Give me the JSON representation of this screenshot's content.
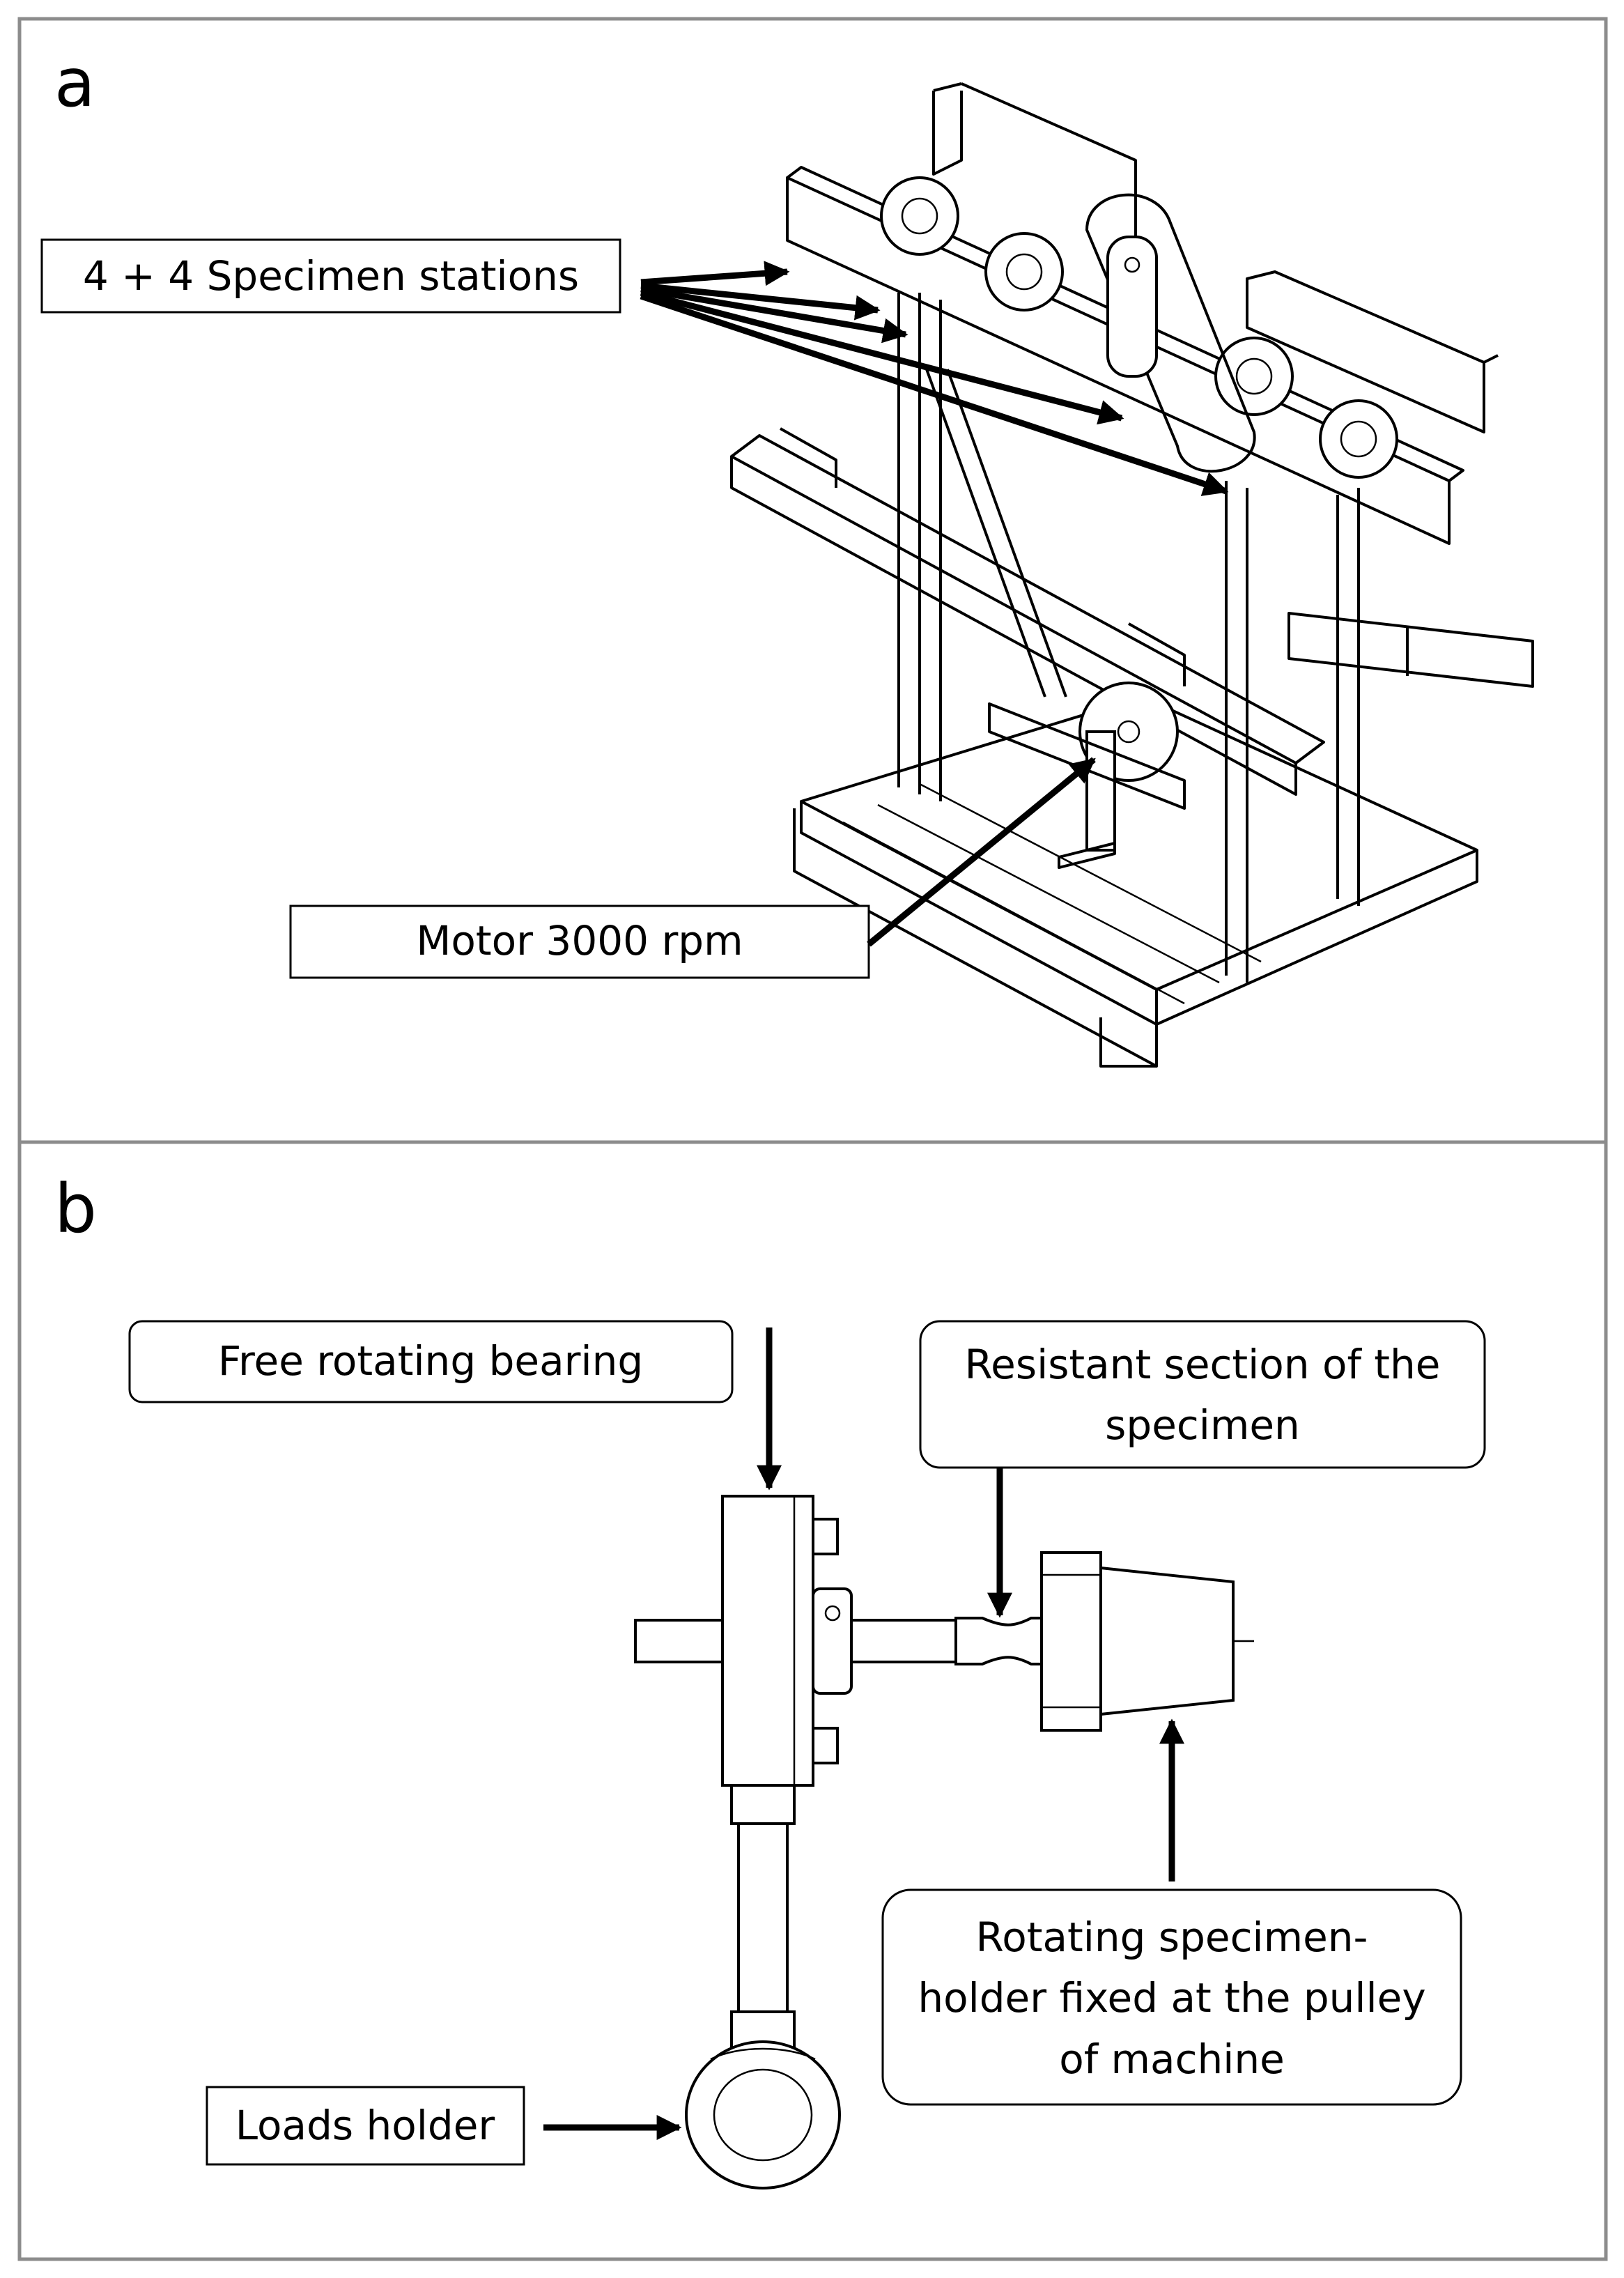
{
  "panels": {
    "a": {
      "letter": "a",
      "labels": {
        "specimen_stations": "4 + 4 Specimen stations",
        "motor": "Motor 3000 rpm"
      }
    },
    "b": {
      "letter": "b",
      "labels": {
        "bearing": "Free rotating bearing",
        "resistant_line1": "Resistant section of the",
        "resistant_line2": "specimen",
        "holder_line1": "Rotating specimen-",
        "holder_line2": "holder fixed at the pulley",
        "holder_line3": "of machine",
        "loads": "Loads holder"
      }
    }
  }
}
